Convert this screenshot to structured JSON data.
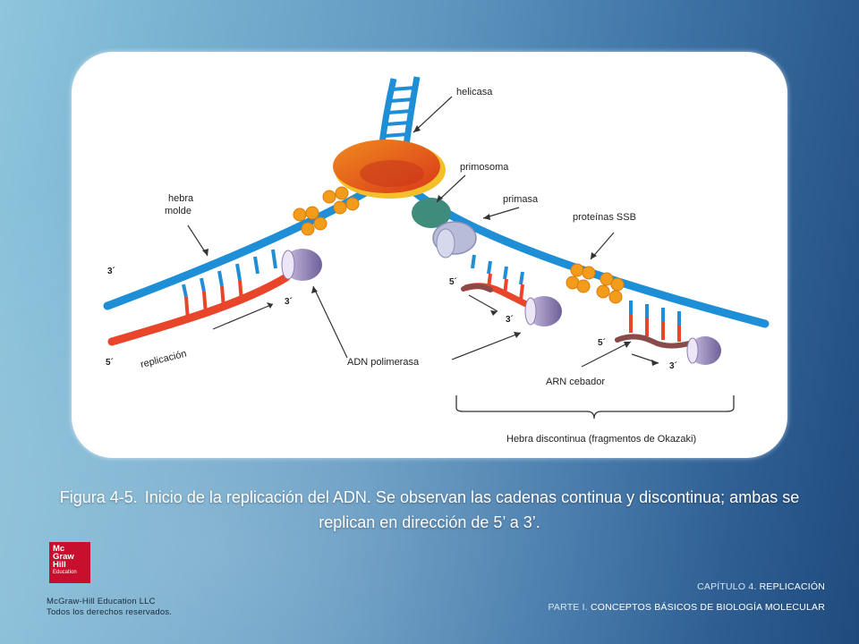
{
  "figure": {
    "labels": {
      "helicasa": "helicasa",
      "primosoma": "primosoma",
      "primasa": "primasa",
      "hebra_molde_1": "hebra",
      "hebra_molde_2": "molde",
      "proteinas_ssb": "proteínas SSB",
      "replicacion": "replicación",
      "adn_polimerasa": "ADN polimerasa",
      "arn_cebador": "ARN cebador",
      "hebra_discontinua": "Hebra discontinua (fragmentos de Okazaki)",
      "three_prime": "3´",
      "five_prime": "5´"
    },
    "colors": {
      "template_strand": "#1e8fd6",
      "new_strand": "#e8452a",
      "primer": "#8a4a4a",
      "helicase": "#e8531c",
      "ssb": "#f39c1c",
      "primase": "#b8bcd8",
      "primosome": "#3f8c7c",
      "polymerase": "#8a7cae"
    }
  },
  "caption": {
    "number": "Figura 4-5.",
    "text": "Inicio de la replicación del ADN. Se observan las cadenas continua y discontinua; ambas se replican en dirección de 5’ a 3’."
  },
  "logo": {
    "line1": "Mc",
    "line2": "Graw",
    "line3": "Hill",
    "line4": "Education"
  },
  "copyright": {
    "line1": "McGraw-Hill Education LLC",
    "line2": "Todos los derechos reservados."
  },
  "footer": {
    "chapter_lead": "CAPÍTULO 4.",
    "chapter_title": "REPLICACIÓN",
    "part_lead": "PARTE I.",
    "part_title": "CONCEPTOS BÁSICOS DE BIOLOGÍA MOLECULAR"
  }
}
